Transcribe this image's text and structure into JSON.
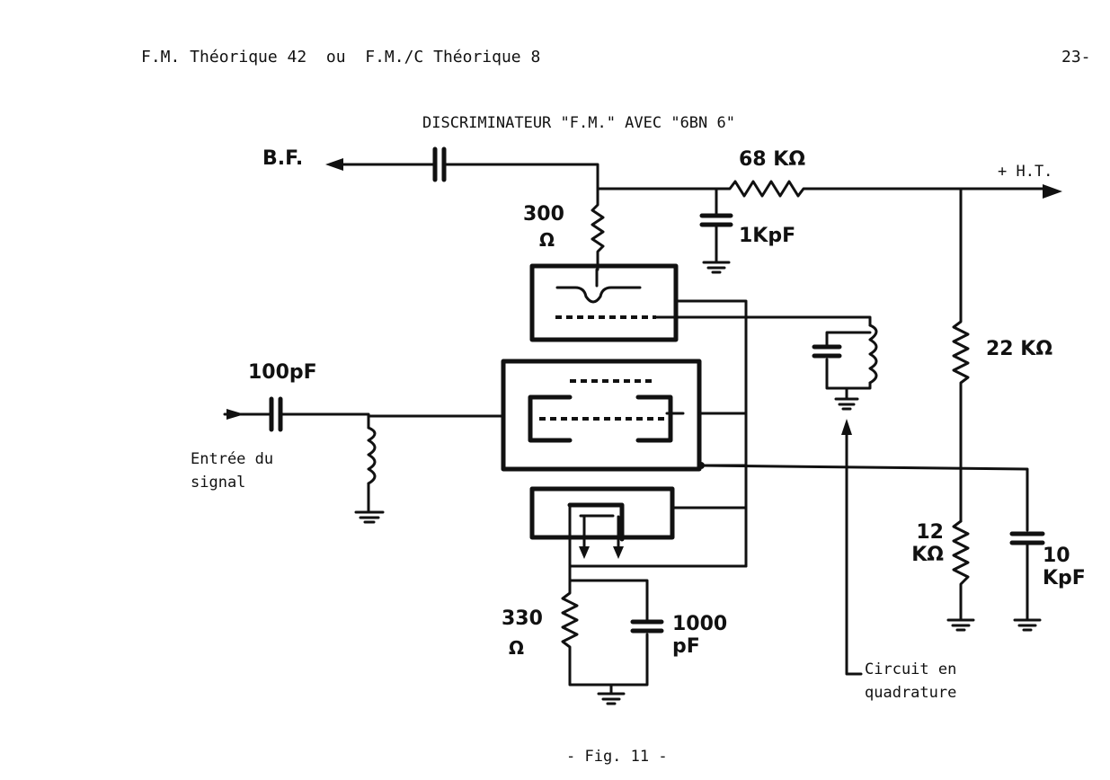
{
  "header": {
    "left": "F.M. Théorique 42  ou  F.M./C Théorique 8",
    "page_number": "23-"
  },
  "diagram": {
    "title": "DISCRIMINATEUR \"F.M.\" AVEC \"6BN 6\"",
    "labels": {
      "bf": "B.F.",
      "r68k": "68 KΩ",
      "ht": "+ H.T.",
      "r300_value": "300",
      "r300_unit": "Ω",
      "c1kpf": "1KpF",
      "c100pf": "100pF",
      "input_signal": "Entrée du\nsignal",
      "r22k": "22 KΩ",
      "r12k": "12\nKΩ",
      "c10kpf": "10\nKpF",
      "r330_value": "330",
      "r330_unit": "Ω",
      "c1000pf": "1000\npF",
      "quadrature": "Circuit en\nquadrature"
    }
  },
  "caption": "- Fig. 11 -"
}
